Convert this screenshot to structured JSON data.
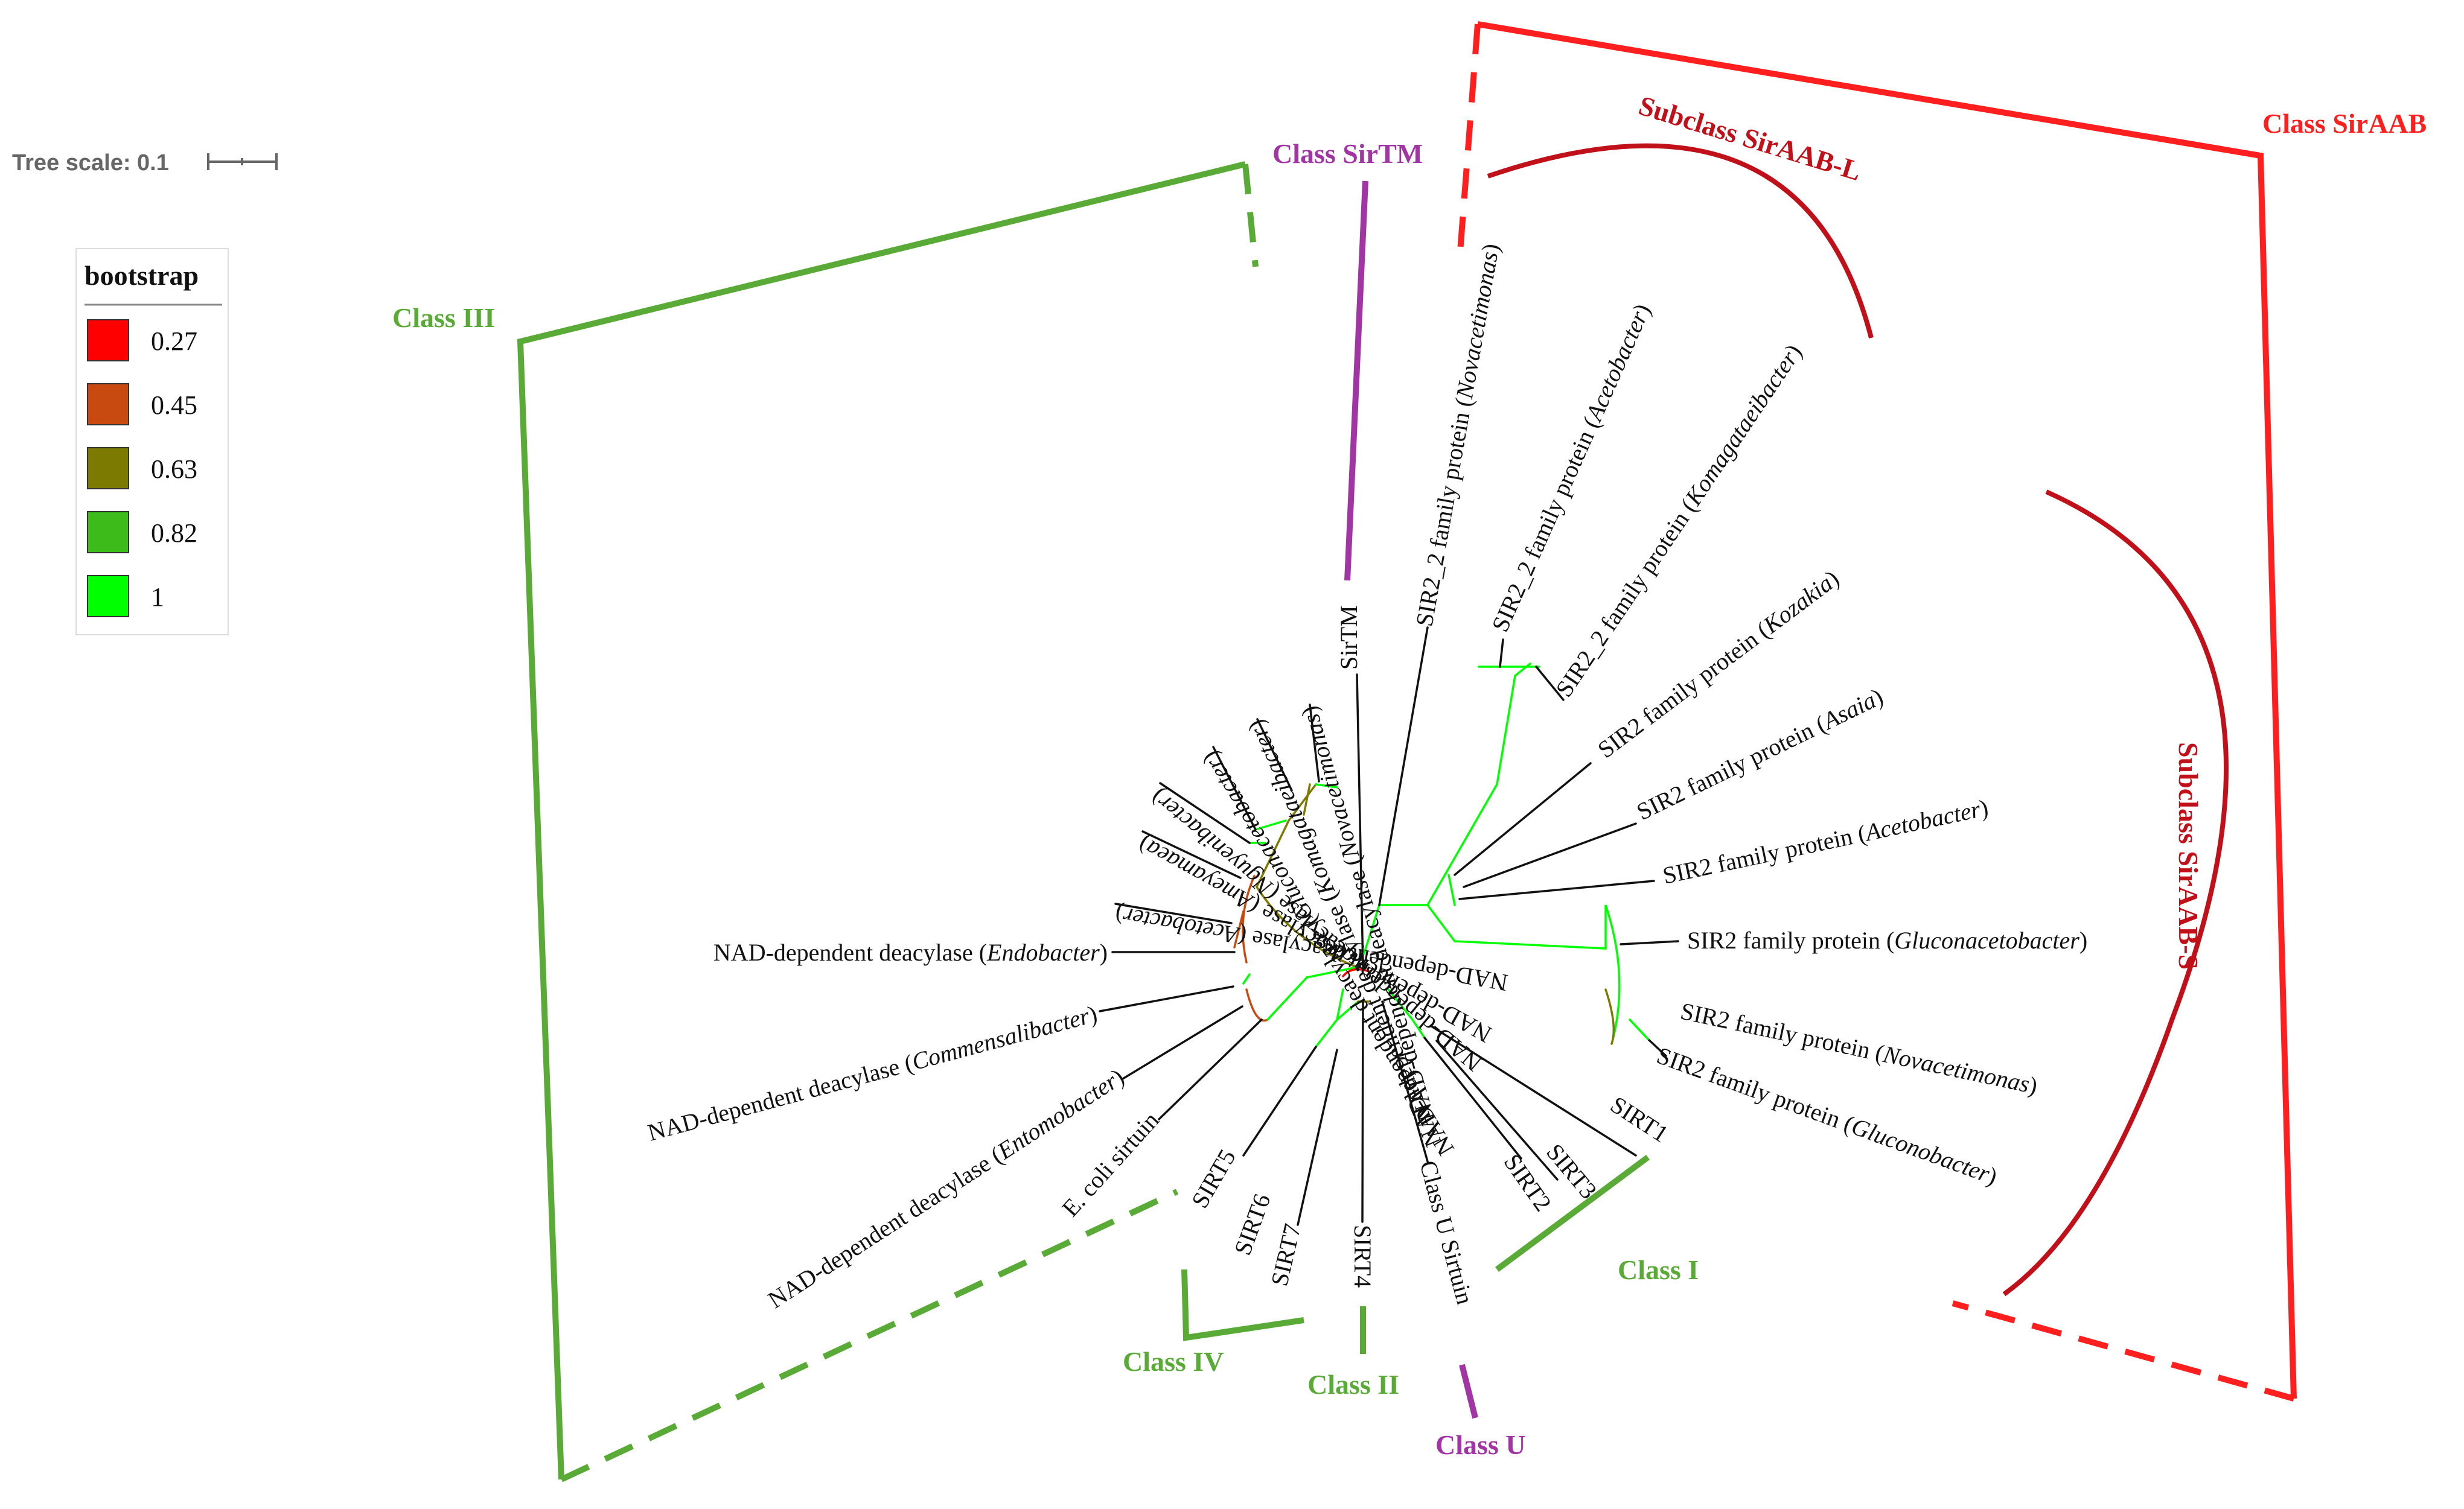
{
  "tree_scale": {
    "label": "Tree scale: 0.1"
  },
  "legend": {
    "title": "bootstrap",
    "items": [
      {
        "value": "0.27",
        "color": "#ff0000"
      },
      {
        "value": "0.45",
        "color": "#c84a10"
      },
      {
        "value": "0.63",
        "color": "#7c7a00"
      },
      {
        "value": "0.82",
        "color": "#3dbb1a"
      },
      {
        "value": "1",
        "color": "#00ff00"
      }
    ]
  },
  "colors": {
    "class_green": "#5aaa38",
    "class_purple": "#a135a4",
    "sir_aab_red": "#ff1f1f",
    "subclass_darkred": "#c0101a",
    "branch_black": "#111111",
    "branch_green": "#00ff00"
  },
  "leaves": [
    {
      "id": "NDD_Novacetimonas",
      "prefix": "NAD-dependent deacylase (",
      "italic": "Novacetimonas",
      "suffix": ")"
    },
    {
      "id": "NDD_Komagataeibacter",
      "prefix": "NAD-dependent deacylase (",
      "italic": "Komagataeibacter",
      "suffix": ")"
    },
    {
      "id": "NDD_Gluconacetobacter",
      "prefix": "NAD-dependent deacylase (",
      "italic": "Gluconacetobacter",
      "suffix": ")"
    },
    {
      "id": "NDD_Nguyenibacter",
      "prefix": "NAD-dependent deacylase (",
      "italic": "Nguyenibacter",
      "suffix": ")"
    },
    {
      "id": "NDD_Ameyamaea",
      "prefix": "NAD-dependent deacylase (",
      "italic": "Ameyamaea",
      "suffix": ")"
    },
    {
      "id": "NDD_Acetobacter",
      "prefix": "NAD-dependent deacylase (",
      "italic": "Acetobacter",
      "suffix": ")"
    },
    {
      "id": "NDD_Endobacter",
      "prefix": "NAD-dependent deacylase (",
      "italic": "Endobacter",
      "suffix": ")"
    },
    {
      "id": "NDD_Commensalibacter",
      "prefix": "NAD-dependent deacylase (",
      "italic": "Commensalibacter",
      "suffix": ")"
    },
    {
      "id": "NDD_Entomobacter",
      "prefix": "NAD-dependent deacylase (",
      "italic": "Entomobacter",
      "suffix": ")"
    },
    {
      "id": "Ecoli_sirtuin",
      "prefix": "E. coli sirtuin",
      "italic": "",
      "suffix": ""
    },
    {
      "id": "SIRT5",
      "prefix": "SIRT5",
      "italic": "",
      "suffix": ""
    },
    {
      "id": "SIRT6",
      "prefix": "SIRT6",
      "italic": "",
      "suffix": ""
    },
    {
      "id": "SIRT7",
      "prefix": "SIRT7",
      "italic": "",
      "suffix": ""
    },
    {
      "id": "SIRT4",
      "prefix": "SIRT4",
      "italic": "",
      "suffix": ""
    },
    {
      "id": "ClassU_Sirtuin",
      "prefix": "Class U Sirtuin",
      "italic": "",
      "suffix": ""
    },
    {
      "id": "SIRT2",
      "prefix": "SIRT2",
      "italic": "",
      "suffix": ""
    },
    {
      "id": "SIRT3",
      "prefix": "SIRT3",
      "italic": "",
      "suffix": ""
    },
    {
      "id": "SIRT1",
      "prefix": "SIRT1",
      "italic": "",
      "suffix": ""
    },
    {
      "id": "SIR2_Gluconobacter",
      "prefix": "SIR2 family protein (",
      "italic": "Gluconobacter",
      "suffix": ")"
    },
    {
      "id": "SIR2_Novacetimonas",
      "prefix": "SIR2 family protein (",
      "italic": "Novacetimonas",
      "suffix": ")"
    },
    {
      "id": "SIR2_Gluconacetobacter",
      "prefix": "SIR2 family protein (",
      "italic": "Gluconacetobacter",
      "suffix": ")"
    },
    {
      "id": "SIR2_Acetobacter",
      "prefix": "SIR2 family protein (",
      "italic": "Acetobacter",
      "suffix": ")"
    },
    {
      "id": "SIR2_Asaia",
      "prefix": "SIR2 family protein (",
      "italic": "Asaia",
      "suffix": ")"
    },
    {
      "id": "SIR2_Kozakia",
      "prefix": "SIR2 family protein (",
      "italic": "Kozakia",
      "suffix": ")"
    },
    {
      "id": "SIR2_2_Komagataeibacter",
      "prefix": "SIR2_2 family protein (",
      "italic": "Komagataeibacter",
      "suffix": ")"
    },
    {
      "id": "SIR2_2_Acetobacter",
      "prefix": "SIR2_2 family protein (",
      "italic": "Acetobacter",
      "suffix": ")"
    },
    {
      "id": "SIR2_2_Novacetimonas",
      "prefix": "SIR2_2 family protein (",
      "italic": "Novacetimonas",
      "suffix": ")"
    },
    {
      "id": "SirTM",
      "prefix": "SirTM",
      "italic": "",
      "suffix": ""
    }
  ],
  "class_labels": {
    "class_sirtm": "Class SirTM",
    "class_iii": "Class III",
    "class_iv": "Class IV",
    "class_ii": "Class II",
    "class_u": "Class U",
    "class_i": "Class I",
    "subclass_sirAAB_L": "Subclass SirAAB-L",
    "subclass_sirAAB_S": "Subclass SirAAB-S",
    "class_sirAAB": "Class SirAAB"
  }
}
